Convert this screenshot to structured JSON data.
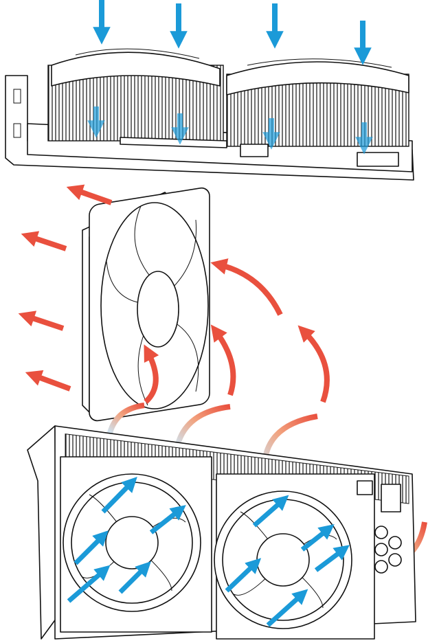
{
  "diagram": {
    "colors": {
      "intake_airflow": "#1b9ad8",
      "exhaust_airflow": "#e9503e",
      "line_art": "#111111",
      "background": "#ffffff"
    },
    "components": [
      {
        "name": "top-graphics-card",
        "icon": "gpu-side-view"
      },
      {
        "name": "case-fan",
        "icon": "fan"
      },
      {
        "name": "bottom-graphics-card",
        "icon": "gpu-dual-fan"
      }
    ]
  }
}
